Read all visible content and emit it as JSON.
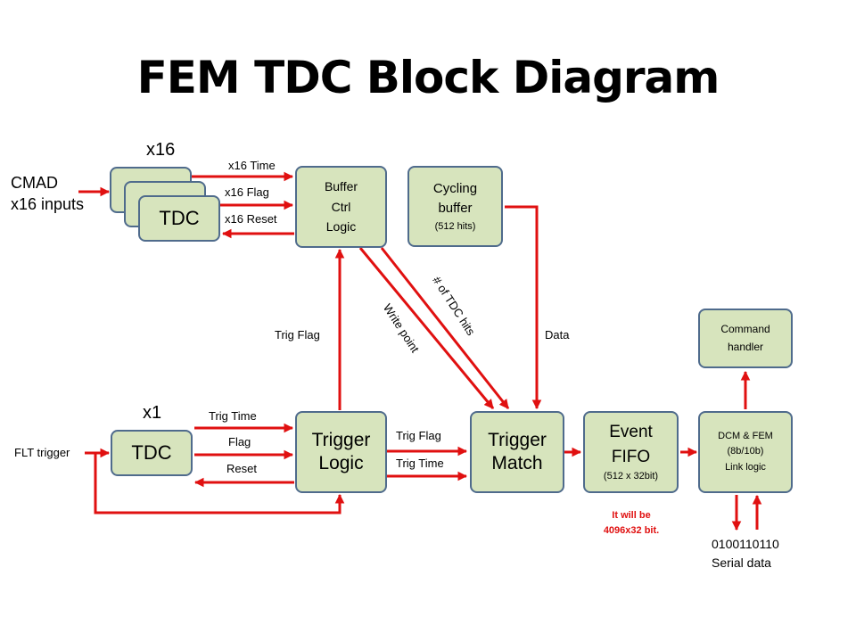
{
  "title": "FEM TDC Block Diagram",
  "tdc_group": {
    "multiplicity": "x16",
    "input_label_1": "CMAD",
    "input_label_2": "x16 inputs",
    "box_label": "TDC",
    "signal_time": "x16 Time",
    "signal_flag": "x16 Flag",
    "signal_reset": "x16 Reset"
  },
  "buffer_ctrl": {
    "line1": "Buffer",
    "line2": "Ctrl",
    "line3": "Logic"
  },
  "cycling_buffer": {
    "line1": "Cycling",
    "line2": "buffer",
    "size": "(512 hits)"
  },
  "tdc_single": {
    "multiplicity": "x1",
    "box_label": "TDC",
    "input_label": "FLT trigger",
    "signal_time": "Trig Time",
    "signal_flag": "Flag",
    "signal_reset": "Reset"
  },
  "trigger_logic": {
    "line1": "Trigger",
    "line2": "Logic"
  },
  "trigger_match": {
    "line1": "Trigger",
    "line2": "Match"
  },
  "event_fifo": {
    "line1": "Event",
    "line2": "FIFO",
    "size": "(512 x 32bit)"
  },
  "dcm_fem": {
    "line1": "DCM & FEM",
    "line2": "(8b/10b)",
    "line3": "Link logic"
  },
  "command_handler": {
    "line1": "Command",
    "line2": "handler"
  },
  "connections": {
    "trig_flag_up": "Trig Flag",
    "write_point": "Write point",
    "tdc_hits": "# of TDC hits",
    "data": "Data",
    "trig_flag_right": "Trig Flag",
    "trig_time_right": "Trig Time"
  },
  "note": {
    "line1": "It will be",
    "line2": "4096x32 bit."
  },
  "serial": {
    "bits": "0100110110",
    "label": "Serial data"
  },
  "colors": {
    "box_fill": "#d7e4bd",
    "box_border": "#4f6b8c",
    "arrow": "#e01010"
  }
}
